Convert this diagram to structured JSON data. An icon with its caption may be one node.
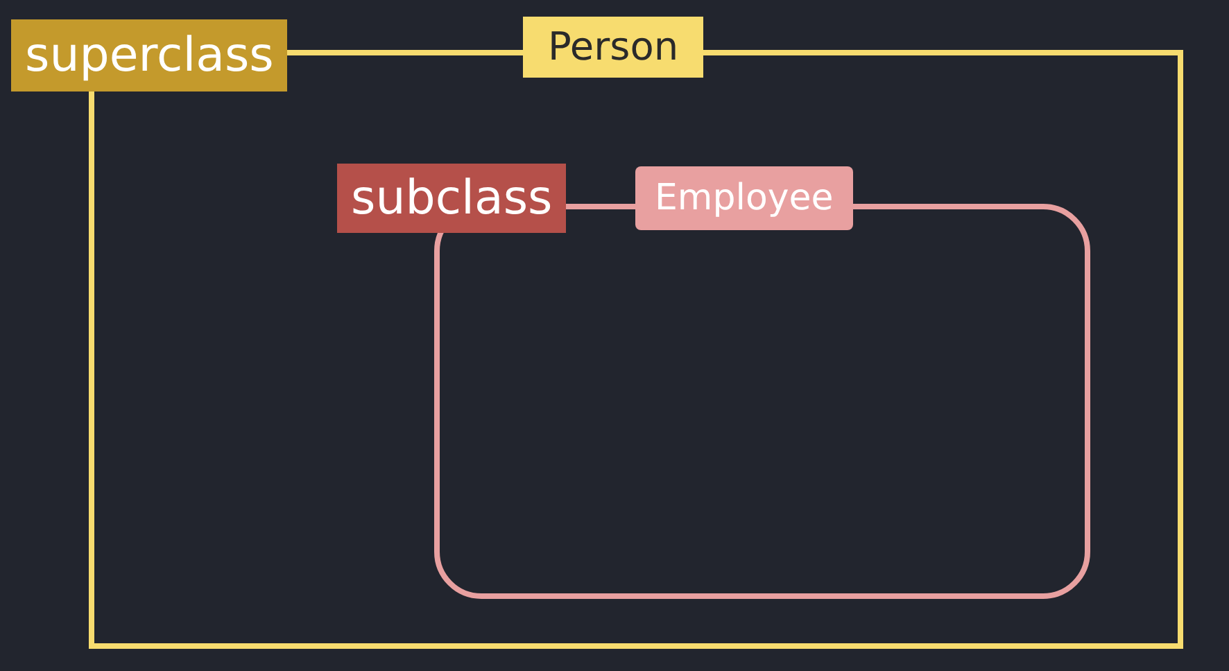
{
  "diagram": {
    "nodes": [
      {
        "text": [],
        "shape": "box"
      },
      {
        "text": [
          "superclass"
        ]
      },
      {
        "text": [
          "Person"
        ]
      },
      {
        "text": [],
        "shape": "box",
        "in": 0
      },
      {
        "text": [
          "subclass"
        ],
        "in": 0
      },
      {
        "text": [
          "Employee"
        ],
        "in": 0
      }
    ]
  }
}
